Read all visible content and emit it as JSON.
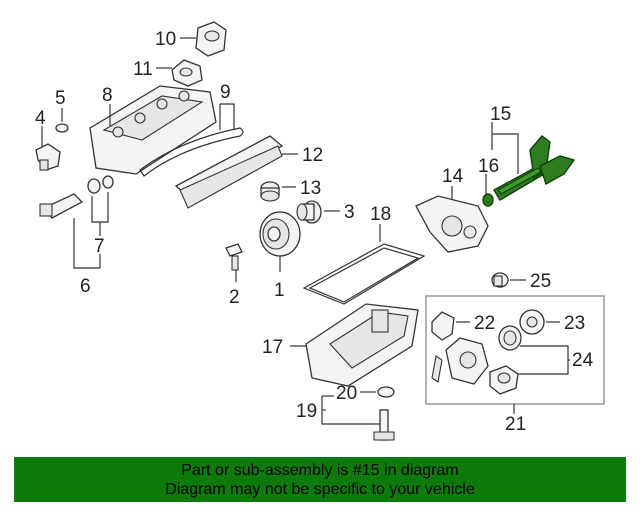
{
  "diagram": {
    "callouts": {
      "c1": "1",
      "c2": "2",
      "c3": "3",
      "c4": "4",
      "c5": "5",
      "c6": "6",
      "c7": "7",
      "c8": "8",
      "c9": "9",
      "c10": "10",
      "c11": "11",
      "c12": "12",
      "c13": "13",
      "c14": "14",
      "c15": "15",
      "c16": "16",
      "c17": "17",
      "c18": "18",
      "c19": "19",
      "c20": "20",
      "c21": "21",
      "c22": "22",
      "c23": "23",
      "c24": "24",
      "c25": "25"
    },
    "highlight_color": "#2e7d1f"
  },
  "banner": {
    "line1": "Part or sub-assembly is #15 in diagram",
    "line2": "Diagram may not be specific to your vehicle",
    "background": "#0e7a0b"
  }
}
